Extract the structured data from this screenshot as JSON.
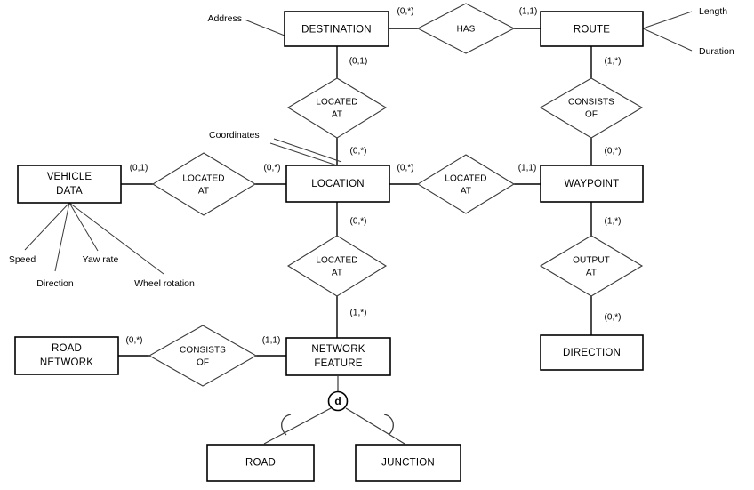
{
  "diagram": {
    "kind": "entity-relationship-diagram",
    "notation": "min-max cardinality (Chen style)",
    "title": "",
    "entities": [
      {
        "id": "destination",
        "label": "DESTINATION",
        "lines": [
          "DESTINATION"
        ]
      },
      {
        "id": "route",
        "label": "ROUTE",
        "lines": [
          "ROUTE"
        ]
      },
      {
        "id": "vehicle_data",
        "label": "VEHICLE DATA",
        "lines": [
          "VEHICLE",
          "DATA"
        ]
      },
      {
        "id": "location",
        "label": "LOCATION",
        "lines": [
          "LOCATION"
        ]
      },
      {
        "id": "waypoint",
        "label": "WAYPOINT",
        "lines": [
          "WAYPOINT"
        ]
      },
      {
        "id": "direction_ent",
        "label": "DIRECTION",
        "lines": [
          "DIRECTION"
        ]
      },
      {
        "id": "road_network",
        "label": "ROAD NETWORK",
        "lines": [
          "ROAD",
          "NETWORK"
        ]
      },
      {
        "id": "network_feature",
        "label": "NETWORK FEATURE",
        "lines": [
          "NETWORK",
          "FEATURE"
        ]
      },
      {
        "id": "road",
        "label": "ROAD",
        "lines": [
          "ROAD"
        ]
      },
      {
        "id": "junction",
        "label": "JUNCTION",
        "lines": [
          "JUNCTION"
        ]
      }
    ],
    "relationships": [
      {
        "id": "has",
        "label": "HAS",
        "lines": [
          "HAS"
        ]
      },
      {
        "id": "located_at_dest",
        "label": "LOCATED AT",
        "lines": [
          "LOCATED",
          "AT"
        ]
      },
      {
        "id": "consists_of_route",
        "label": "CONSISTS OF",
        "lines": [
          "CONSISTS",
          "OF"
        ]
      },
      {
        "id": "located_at_vehicle",
        "label": "LOCATED AT",
        "lines": [
          "LOCATED",
          "AT"
        ]
      },
      {
        "id": "located_at_way",
        "label": "LOCATED AT",
        "lines": [
          "LOCATED",
          "AT"
        ]
      },
      {
        "id": "located_at_net",
        "label": "LOCATED AT",
        "lines": [
          "LOCATED",
          "AT"
        ]
      },
      {
        "id": "output_at",
        "label": "OUTPUT AT",
        "lines": [
          "OUTPUT",
          "AT"
        ]
      },
      {
        "id": "consists_of_road",
        "label": "CONSISTS OF",
        "lines": [
          "CONSISTS",
          "OF"
        ]
      }
    ],
    "attributes": [
      {
        "id": "address",
        "label": "Address",
        "owner": "destination",
        "composite": false
      },
      {
        "id": "length",
        "label": "Length",
        "owner": "route",
        "composite": false
      },
      {
        "id": "duration",
        "label": "Duration",
        "owner": "route",
        "composite": false
      },
      {
        "id": "coordinates",
        "label": "Coordinates",
        "owner": "location",
        "composite": true
      },
      {
        "id": "speed",
        "label": "Speed",
        "owner": "vehicle_data",
        "composite": false
      },
      {
        "id": "direction_attr",
        "label": "Direction",
        "owner": "vehicle_data",
        "composite": false
      },
      {
        "id": "yaw_rate",
        "label": "Yaw rate",
        "owner": "vehicle_data",
        "composite": false
      },
      {
        "id": "wheel_rotation",
        "label": "Wheel rotation",
        "owner": "vehicle_data",
        "composite": false
      }
    ],
    "cardinalities": [
      {
        "id": "c_dest_has",
        "text": "(0,*)",
        "from": "destination",
        "to": "has"
      },
      {
        "id": "c_route_has",
        "text": "(1,1)",
        "from": "route",
        "to": "has"
      },
      {
        "id": "c_dest_loc",
        "text": "(0,1)",
        "from": "destination",
        "to": "located_at_dest"
      },
      {
        "id": "c_loc_dest",
        "text": "(0,*)",
        "from": "location",
        "to": "located_at_dest"
      },
      {
        "id": "c_route_consists",
        "text": "(1,*)",
        "from": "route",
        "to": "consists_of_route"
      },
      {
        "id": "c_way_consists",
        "text": "(0,*)",
        "from": "waypoint",
        "to": "consists_of_route"
      },
      {
        "id": "c_vehicle_loc",
        "text": "(0,1)",
        "from": "vehicle_data",
        "to": "located_at_vehicle"
      },
      {
        "id": "c_loc_vehicle",
        "text": "(0,*)",
        "from": "location",
        "to": "located_at_vehicle"
      },
      {
        "id": "c_loc_way",
        "text": "(0,*)",
        "from": "location",
        "to": "located_at_way"
      },
      {
        "id": "c_way_loc",
        "text": "(1,1)",
        "from": "waypoint",
        "to": "located_at_way"
      },
      {
        "id": "c_loc_net",
        "text": "(0,*)",
        "from": "location",
        "to": "located_at_net"
      },
      {
        "id": "c_net_loc",
        "text": "(1,*)",
        "from": "network_feature",
        "to": "located_at_net"
      },
      {
        "id": "c_way_output",
        "text": "(1,*)",
        "from": "waypoint",
        "to": "output_at"
      },
      {
        "id": "c_dir_output",
        "text": "(0,*)",
        "from": "direction_ent",
        "to": "output_at"
      },
      {
        "id": "c_roadnet_consists",
        "text": "(0,*)",
        "from": "road_network",
        "to": "consists_of_road"
      },
      {
        "id": "c_netfeat_consists",
        "text": "(1,1)",
        "from": "network_feature",
        "to": "consists_of_road"
      }
    ],
    "specialization": {
      "id": "disjoint_spec",
      "marker": "d",
      "kind": "disjoint",
      "supertype": "network_feature",
      "subtypes": [
        "road",
        "junction"
      ]
    },
    "colors": {
      "background": "#ffffff",
      "stroke": "#000000",
      "stroke_light": "#3a3a3a",
      "text": "#000000"
    }
  }
}
